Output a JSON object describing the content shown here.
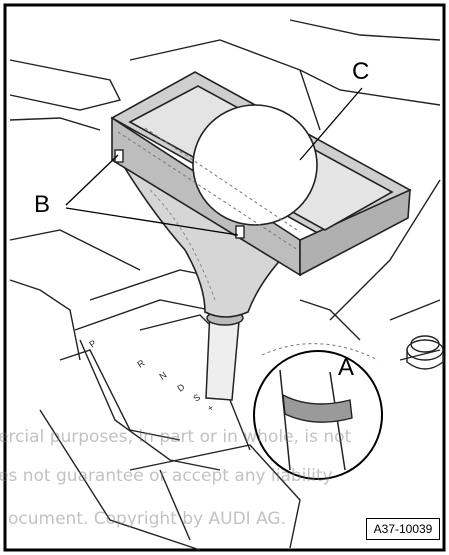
{
  "figure": {
    "labels": {
      "a": "A",
      "b": "B",
      "c": "C"
    },
    "figure_number": "A37-10039"
  },
  "watermark": {
    "line1": "ercial purposes, in part or in whole, is not",
    "line2": "es not guarantee or accept any liability",
    "line3": "ocument. Copyright by AUDI AG."
  }
}
